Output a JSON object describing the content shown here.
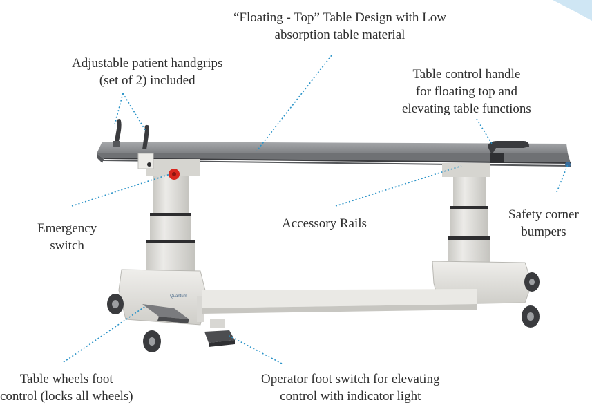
{
  "labels": {
    "floating_top": [
      "“Floating - Top” Table Design with Low",
      "absorption table material"
    ],
    "handgrips": [
      "Adjustable patient handgrips",
      "(set of 2) included"
    ],
    "control_handle": [
      "Table control handle",
      "for floating top and",
      "elevating table functions"
    ],
    "emergency_switch": [
      "Emergency",
      "switch"
    ],
    "accessory_rails": [
      "Accessory Rails"
    ],
    "safety_bumpers": [
      "Safety corner",
      "bumpers"
    ],
    "wheels_control": [
      "Table wheels foot",
      "control (locks all wheels)"
    ],
    "foot_switch": [
      "Operator foot switch for elevating",
      "control with indicator light"
    ]
  },
  "brand_mark": "Quantum",
  "colors": {
    "leader": "#2a93c8",
    "frame": "#e3e1dc",
    "column": "#d9d8d4",
    "tabletop": "#8d8f92",
    "handle": "#3a3b3e",
    "emergency": "#d8261e",
    "corner_accent": "#cfe6f4"
  }
}
